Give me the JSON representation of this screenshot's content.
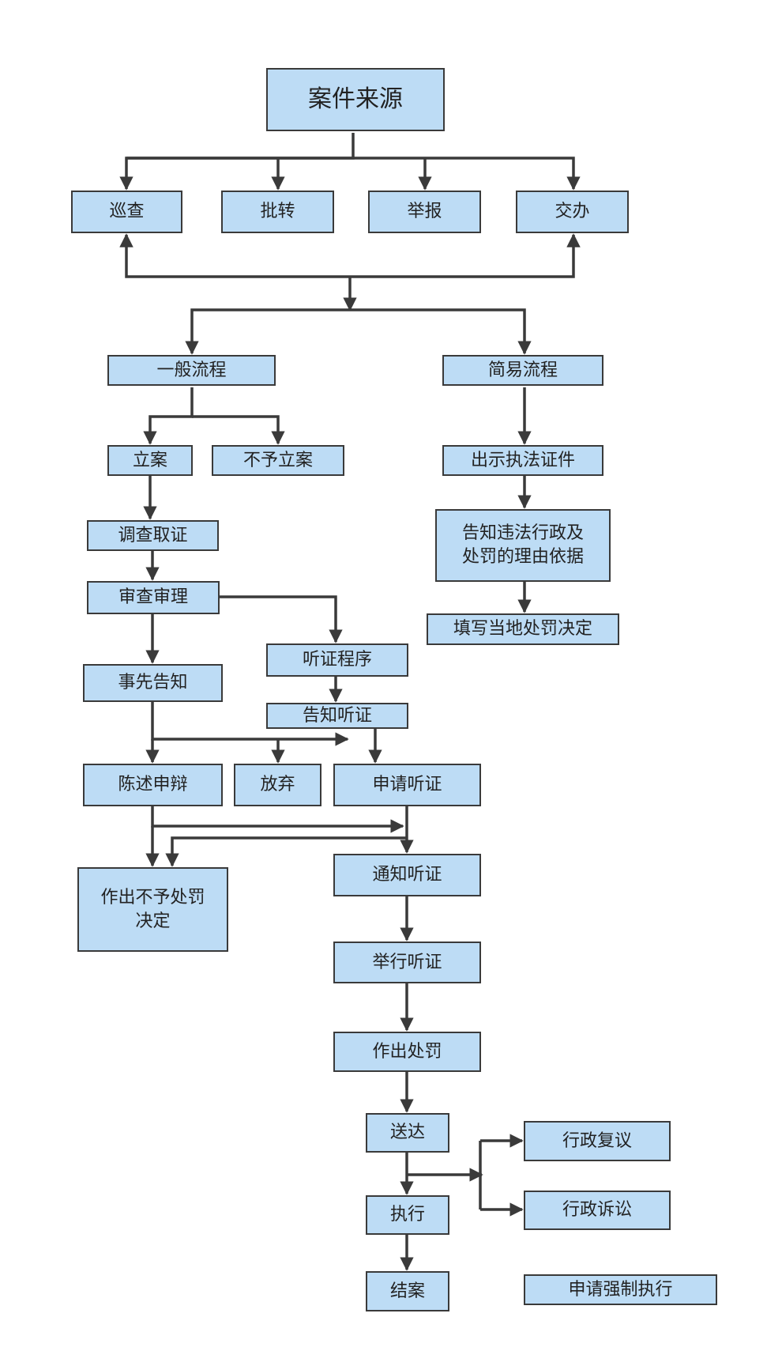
{
  "diagram": {
    "root": "案件来源",
    "sources": [
      "巡查",
      "批转",
      "举报",
      "交办"
    ],
    "general_flow": {
      "title": "一般流程",
      "file_case": "立案",
      "no_case": "不予立案",
      "investigate": "调查取证",
      "review": "审查审理",
      "prior_notice": "事先告知",
      "statement": "陈述申辩",
      "waive": "放弃",
      "no_penalty": "作出不予处罚\n决定",
      "hearing_procedure": "听证程序",
      "notify_hearing": "告知听证",
      "apply_hearing": "申请听证",
      "inform_hearing": "通知听证",
      "hold_hearing": "举行听证",
      "make_penalty": "作出处罚",
      "serve": "送达",
      "execute": "执行",
      "close": "结案",
      "admin_review": "行政复议",
      "admin_litigation": "行政诉讼",
      "forced_execution": "申请强制执行"
    },
    "simple_flow": {
      "title": "简易流程",
      "show_id": "出示执法证件",
      "notify_reason": "告知违法行政及\n处罚的理由依据",
      "fill_decision": "填写当地处罚决定"
    }
  }
}
